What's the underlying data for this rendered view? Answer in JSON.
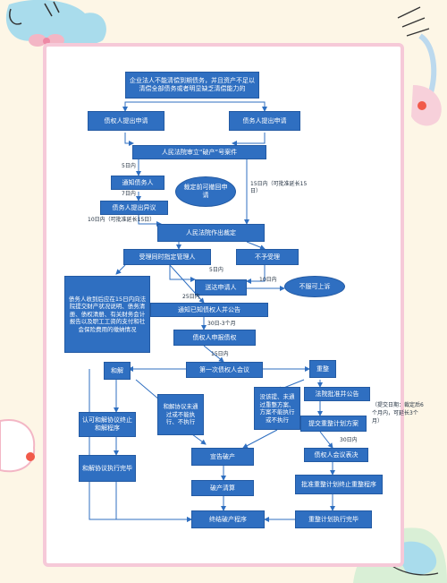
{
  "flowchart": {
    "start": "企业法人不能清偿到期债务，并且资产不足以清偿全部债务或者明显缺乏清偿能力的",
    "creditor_apply": "债权人提出申请",
    "debtor_apply": "债务人提出申请",
    "court_review": "人民法院审立“破产”号案件",
    "notify_debtor": "通知债务人",
    "debtor_objection": "债务人提出异议",
    "revoke_oval": "裁定前可撤回申请",
    "court_ruling": "人民法院作出裁定",
    "accept_admin": "受理同时指定管理人",
    "not_accept": "不予受理",
    "deliver_applicant": "送达申请人",
    "appeal_oval": "不服可上诉",
    "debtor_duties": "债务人收到后应在15日内向法院提交财产状况说明、债务清册、债权清册、有关财务会计报告以及职工工资的支付和社会保险费用的缴纳情况",
    "announce": "通知已知债权人并公告",
    "declare_claims": "债权人申报债权",
    "first_meeting": "第一次债权人会议",
    "reconciliation": "和解",
    "reorganization": "重整",
    "approve_recon": "认可和解协议终止和解程序",
    "recon_fail": "和解协议未通过或不能执行、不执行",
    "reorg_fail": "没该提、未通过重整方案、方案不能执行或不执行",
    "court_approve_announce": "法院批准并公告",
    "submit_plan": "提交重整计划方案",
    "creditor_vote": "债权人会议表决",
    "recon_done": "和解协议执行完毕",
    "declare_bankrupt": "宣告破产",
    "liquidation": "破产清算",
    "end_procedure": "终结破产程序",
    "approve_plan_end": "批准重整计划终止重整程序",
    "plan_done": "重整计划执行完毕"
  },
  "notes": {
    "d5": "5日内",
    "d7": "7日内",
    "d10_ext": "10日内（可批准延长15日）",
    "d15_ext": "15日内（可批准延长15日）",
    "d5b": "5日内",
    "d10b": "10日内",
    "d25": "25日内",
    "d30_3m": "30日-3个月",
    "d15": "15日内",
    "d30": "30日内",
    "side": "（提交日期：裁定后6个月内，可延长3个月）"
  }
}
